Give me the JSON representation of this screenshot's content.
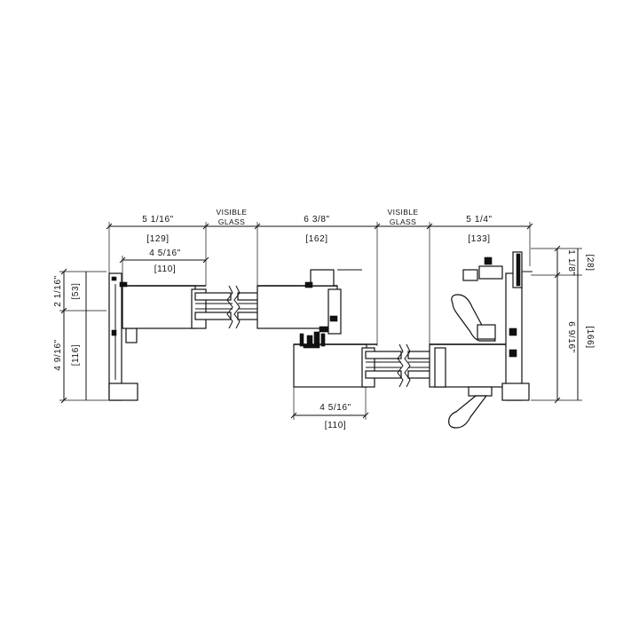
{
  "dimensions": {
    "top_left_width": "5 1/16\"",
    "top_left_width_mm": "[129]",
    "top_left_inner": "4 5/16\"",
    "top_left_inner_mm": "[110]",
    "visible_glass_1_line1": "VISIBLE",
    "visible_glass_1_line2": "GLASS",
    "top_middle_width": "6 3/8\"",
    "top_middle_width_mm": "[162]",
    "visible_glass_2_line1": "VISIBLE",
    "visible_glass_2_line2": "GLASS",
    "top_right_width": "5 1/4\"",
    "top_right_width_mm": "[133]",
    "bottom_width": "4 5/16\"",
    "bottom_width_mm": "[110]",
    "left_upper_height": "2 1/16\"",
    "left_upper_height_mm": "[53]",
    "left_lower_height": "4 9/16\"",
    "left_lower_height_mm": "[116]",
    "right_upper_height": "1 1/8\"",
    "right_upper_height_mm": "[28]",
    "right_lower_height": "6 9/16\"",
    "right_lower_height_mm": "[166]"
  }
}
